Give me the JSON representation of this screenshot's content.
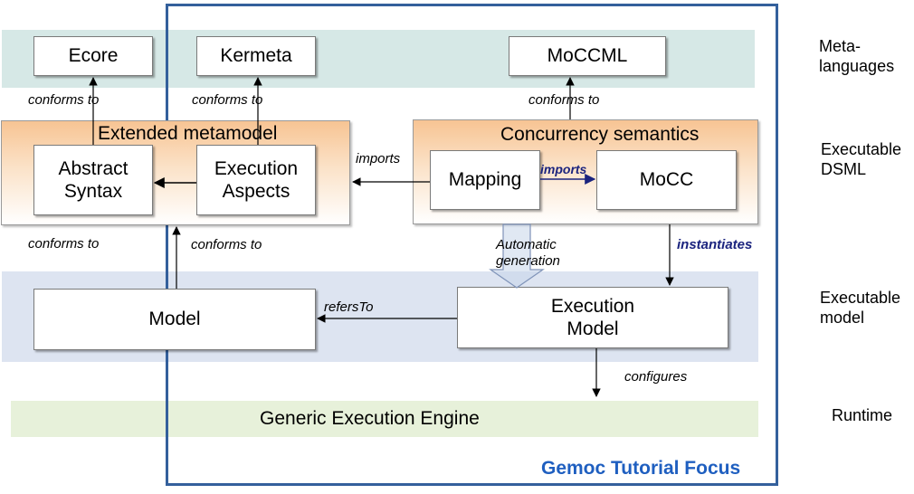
{
  "boxes": {
    "ecore": "Ecore",
    "kermeta": "Kermeta",
    "moccml": "MoCCML",
    "abstract_syntax": "Abstract\nSyntax",
    "execution_aspects": "Execution\nAspects",
    "mapping": "Mapping",
    "mocc": "MoCC",
    "model": "Model",
    "execution_model": "Execution\nModel"
  },
  "groups": {
    "extended_metamodel": "Extended metamodel",
    "concurrency_semantics": "Concurrency semantics"
  },
  "labels": {
    "conforms_to_ecore": "conforms to",
    "conforms_to_kermeta": "conforms to",
    "conforms_to_moccml": "conforms to",
    "imports_main": "imports",
    "imports_mocc": "imports",
    "conforms_to_left": "conforms to",
    "conforms_to_model": "conforms to",
    "automatic_generation": "Automatic\ngeneration",
    "instantiates": "instantiates",
    "refers_to": "refersTo",
    "configures": "configures"
  },
  "engine": "Generic Execution Engine",
  "focus": "Gemoc Tutorial Focus",
  "side_labels": {
    "meta_languages": "Meta-\nlanguages",
    "executable_dsml": "Executable\nDSML",
    "executable_model": "Executable\nmodel",
    "runtime": "Runtime"
  },
  "colors": {
    "frame": "#34609c",
    "focus_text": "#1f5fc0",
    "meta_band": "#d6e8e6",
    "model_band": "#dde4f1",
    "runtime_band": "#e7f1da",
    "orange_gradient": "#f7c493",
    "blue_label": "#1a237e"
  }
}
